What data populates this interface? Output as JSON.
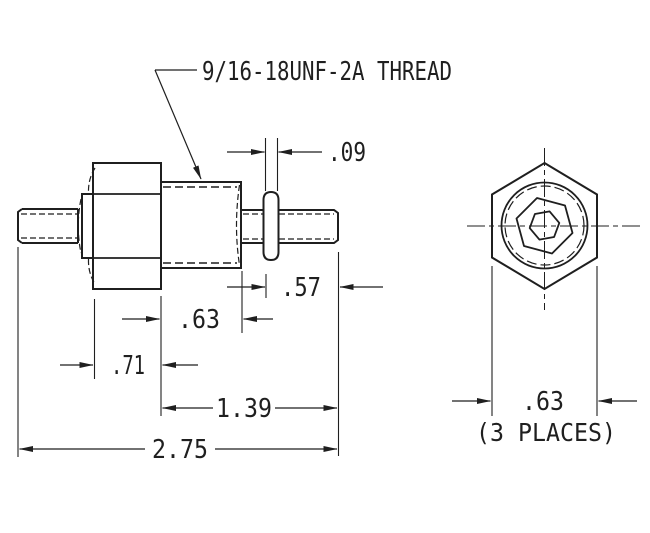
{
  "colors": {
    "ink": "#1f1f1f",
    "paper": "#ffffff"
  },
  "thread_callout": {
    "label": "9/16-18UNF-2A THREAD"
  },
  "side_view": {
    "dimensions": {
      "disc_thickness": ".09",
      "right_stud_length": ".57",
      "thread_length": ".63",
      "hex_width": ".71",
      "body_length": "1.39",
      "overall_length": "2.75"
    }
  },
  "end_view": {
    "dimensions": {
      "across_flats": ".63",
      "places_note": "(3 PLACES)"
    }
  }
}
